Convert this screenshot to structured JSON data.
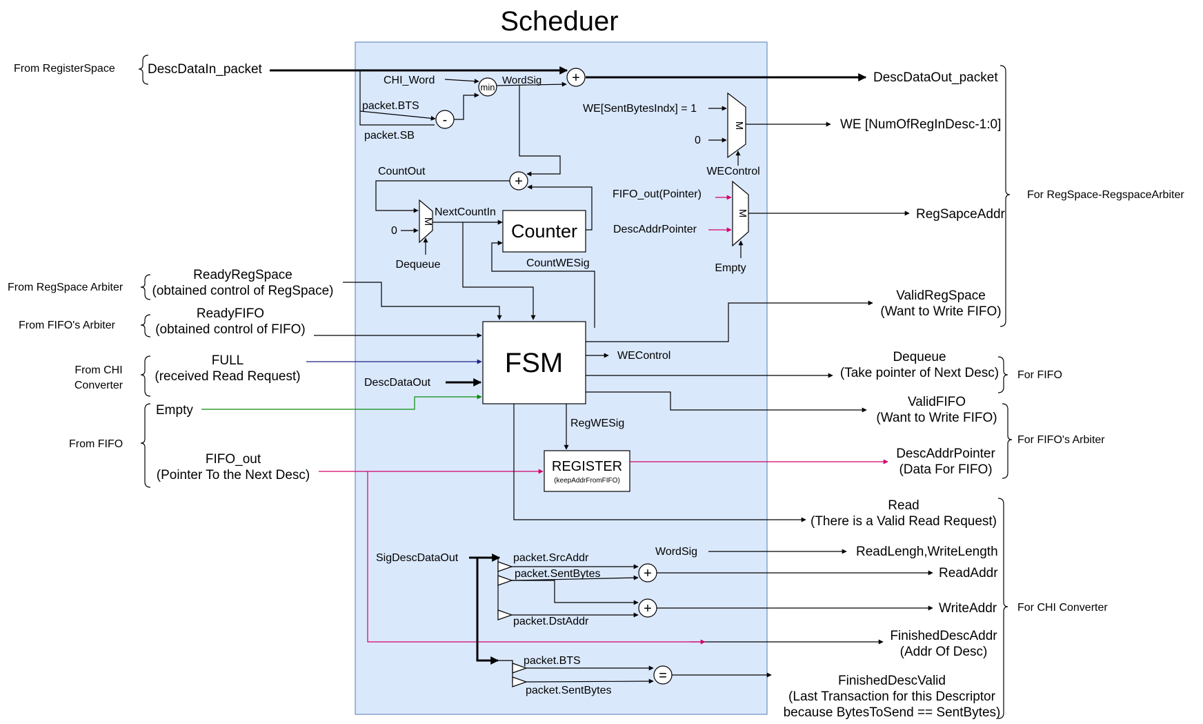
{
  "title": "Scheduer",
  "colors": {
    "block_fill": "#dae8fc",
    "block_stroke": "#6c8ebf",
    "pointer_wire": "#d4006a",
    "full_wire": "#1a237e",
    "empty_wire": "#0a8a0a"
  },
  "inputs": {
    "register_space": {
      "source": "From RegisterSpace",
      "signal": "DescDataIn_packet"
    },
    "regspace_arbiter": {
      "source": "From RegSpace Arbiter",
      "signal": "ReadyRegSpace",
      "note": "(obtained control of RegSpace)"
    },
    "fifo_arbiter": {
      "source": "From FIFO's Arbiter",
      "signal": "ReadyFIFO",
      "note": "(obtained control of FIFO)"
    },
    "chi": {
      "source_line1": "From CHI",
      "source_line2": "Converter",
      "signal": "FULL",
      "note": "(received Read Request)"
    },
    "fifo": {
      "source": "From FIFO",
      "empty": "Empty",
      "fifo_out": "FIFO_out",
      "fifo_out_note": "(Pointer To the Next Desc)"
    }
  },
  "internal": {
    "chi_word": "CHI_Word",
    "min_op": "min",
    "word_sig": "WordSig",
    "packet_bts": "packet.BTS",
    "packet_sb": "packet.SB",
    "plus": "+",
    "minus": "-",
    "equals": "=",
    "count_out": "CountOut",
    "next_count_in": "NextCountIn",
    "zero": "0",
    "dequeue": "Dequeue",
    "counter": "Counter",
    "count_we_sig": "CountWESig",
    "mux": "M",
    "we_sent": "WE[SentBytesIndx] = 1",
    "we_control": "WEControl",
    "fifo_out_pointer": "FIFO_out(Pointer)",
    "desc_addr_pointer": "DescAddrPointer",
    "empty": "Empty",
    "fsm": "FSM",
    "desc_data_out": "DescDataOut",
    "reg_we_sig": "RegWESig",
    "register": "REGISTER",
    "register_sub": "(keepAddrFromFIFO)",
    "sig_desc_data_out": "SigDescDataOut",
    "packet_src_addr": "packet.SrcAddr",
    "packet_sent_bytes": "packet.SentBytes",
    "packet_dst_addr": "packet.DstAddr",
    "word_sig2": "WordSig",
    "packet_bts2": "packet.BTS",
    "packet_sent_bytes2": "packet.SentBytes"
  },
  "outputs": {
    "desc_data_out_packet": "DescDataOut_packet",
    "we": "WE [NumOfRegInDesc-1:0]",
    "reg_space_addr": "RegSapceAddr",
    "valid_reg_space": "ValidRegSpace",
    "valid_reg_space_note": "(Want to Write FIFO)",
    "dequeue": "Dequeue",
    "dequeue_note": "(Take pointer of Next Desc)",
    "valid_fifo": "ValidFIFO",
    "valid_fifo_note": "(Want to Write FIFO)",
    "desc_addr_pointer": "DescAddrPointer",
    "desc_addr_pointer_note": "(Data For FIFO)",
    "read": "Read",
    "read_note": "(There is a Valid Read Request)",
    "read_length": "ReadLengh,WriteLength",
    "read_addr": "ReadAddr",
    "write_addr": "WriteAddr",
    "finished_desc_addr": "FinishedDescAddr",
    "finished_desc_addr_note": "(Addr Of Desc)",
    "finished_desc_valid": "FinishedDescValid",
    "finished_desc_valid_note1": "(Last Transaction for this Descriptor",
    "finished_desc_valid_note2": "because BytesToSend == SentBytes)"
  },
  "groups": {
    "regspace_arbiter": "For RegSpace-RegspaceArbiter",
    "fifo": "For FIFO",
    "fifo_arbiter": "For FIFO's Arbiter",
    "chi": "For CHI Converter"
  }
}
